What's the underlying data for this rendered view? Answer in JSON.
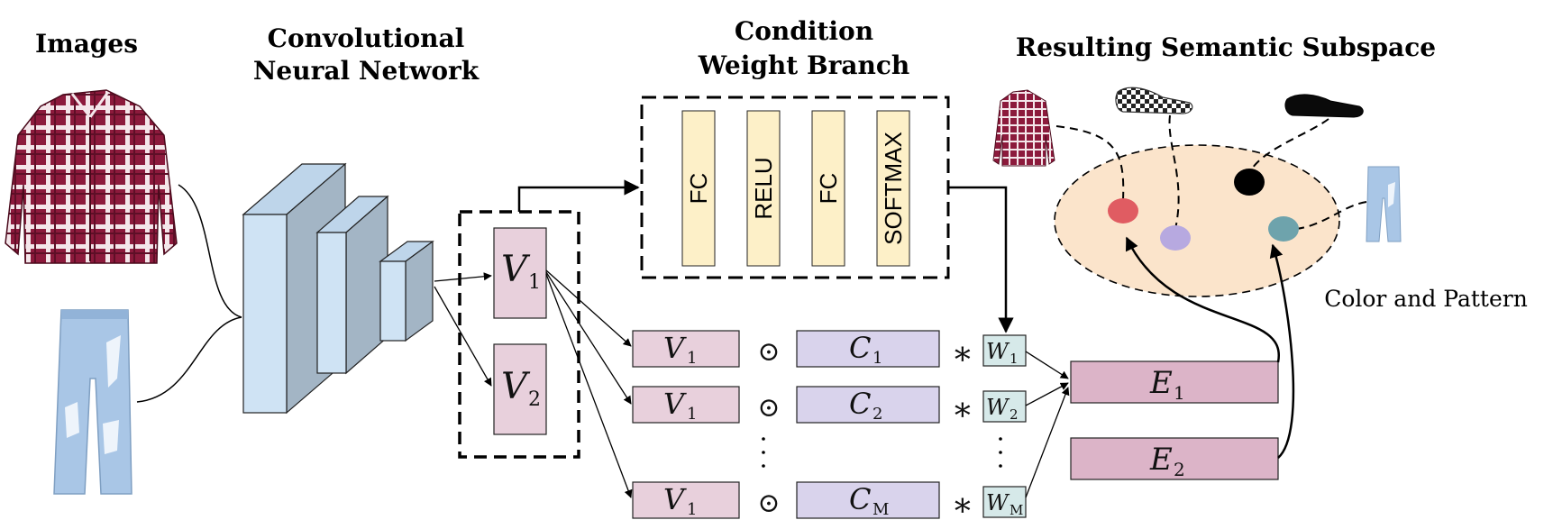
{
  "headers": {
    "images": "Images",
    "cnn_line1": "Convolutional",
    "cnn_line2": "Neural Network",
    "cwb_line1": "Condition",
    "cwb_line2": "Weight Branch",
    "subspace": "Resulting Semantic Subspace"
  },
  "subspace_label": "Color and Pattern",
  "branch_layers": [
    "FC",
    "RELU",
    "FC",
    "SOFTMAX"
  ],
  "embedding": {
    "v1_var": "V",
    "v1_sub": "1",
    "v2_var": "V",
    "v2_sub": "2"
  },
  "rows": [
    {
      "v_var": "V",
      "v_sub": "1",
      "op": "⊙",
      "c_var": "C",
      "c_sub": "1",
      "star": "∗",
      "w_var": "W",
      "w_sub": "1"
    },
    {
      "v_var": "V",
      "v_sub": "1",
      "op": "⊙",
      "c_var": "C",
      "c_sub": "2",
      "star": "∗",
      "w_var": "W",
      "w_sub": "2"
    },
    {
      "v_var": "V",
      "v_sub": "1",
      "op": "⊙",
      "c_var": "C",
      "c_sub": "M",
      "star": "∗",
      "w_var": "W",
      "w_sub": "M"
    }
  ],
  "outputs": [
    {
      "var": "E",
      "sub": "1"
    },
    {
      "var": "E",
      "sub": "2"
    }
  ],
  "colors": {
    "cnn_face": "#cfe3f4",
    "cnn_side": "#a3b5c5",
    "cnn_top": "#bed5ea",
    "pink": "#e8d0dc",
    "lavender": "#d9d3ec",
    "weight": "#d6e9e9",
    "fc_yellow": "#fdf0c8",
    "ellipse": "#fbe4cb",
    "output": "#dcb4c8",
    "dot_red": "#e05c62",
    "dot_lavender": "#b7a9e0",
    "dot_black": "#000000",
    "dot_teal": "#6ea3ac",
    "shirt": "#8c1a3c",
    "jeans": "#a9c6e6"
  }
}
